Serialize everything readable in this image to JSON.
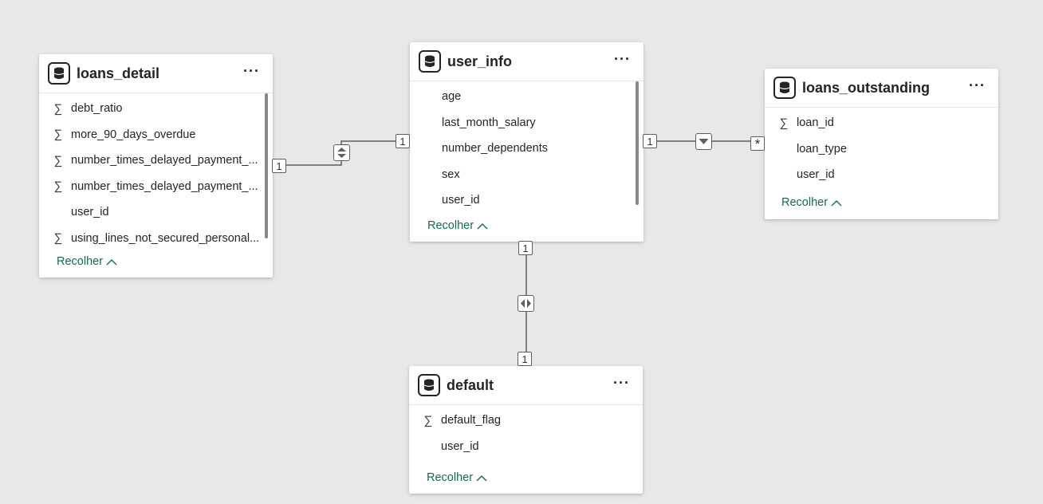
{
  "collapse_label": "Recolher",
  "more_label": "···",
  "tables": {
    "loans_detail": {
      "title": "loans_detail",
      "fields": [
        {
          "name": "debt_ratio",
          "sigma": "∑"
        },
        {
          "name": "more_90_days_overdue",
          "sigma": "∑"
        },
        {
          "name": "number_times_delayed_payment_...",
          "sigma": "∑"
        },
        {
          "name": "number_times_delayed_payment_...",
          "sigma": "∑"
        },
        {
          "name": "user_id",
          "sigma": ""
        },
        {
          "name": "using_lines_not_secured_personal...",
          "sigma": "∑"
        }
      ]
    },
    "user_info": {
      "title": "user_info",
      "fields": [
        {
          "name": "age",
          "sigma": ""
        },
        {
          "name": "last_month_salary",
          "sigma": ""
        },
        {
          "name": "number_dependents",
          "sigma": ""
        },
        {
          "name": "sex",
          "sigma": ""
        },
        {
          "name": "user_id",
          "sigma": ""
        }
      ]
    },
    "loans_outstanding": {
      "title": "loans_outstanding",
      "fields": [
        {
          "name": "loan_id",
          "sigma": "∑"
        },
        {
          "name": "loan_type",
          "sigma": ""
        },
        {
          "name": "user_id",
          "sigma": ""
        }
      ]
    },
    "default": {
      "title": "default",
      "fields": [
        {
          "name": "default_flag",
          "sigma": "∑"
        },
        {
          "name": "user_id",
          "sigma": ""
        }
      ]
    }
  },
  "relationships": {
    "loans_detail_user_info": {
      "from_card": "1",
      "to_card": "1",
      "direction": "both"
    },
    "user_info_loans_outstanding": {
      "from_card": "1",
      "to_card": "*",
      "direction": "single"
    },
    "user_info_default": {
      "from_card": "1",
      "to_card": "1",
      "direction": "both"
    }
  }
}
